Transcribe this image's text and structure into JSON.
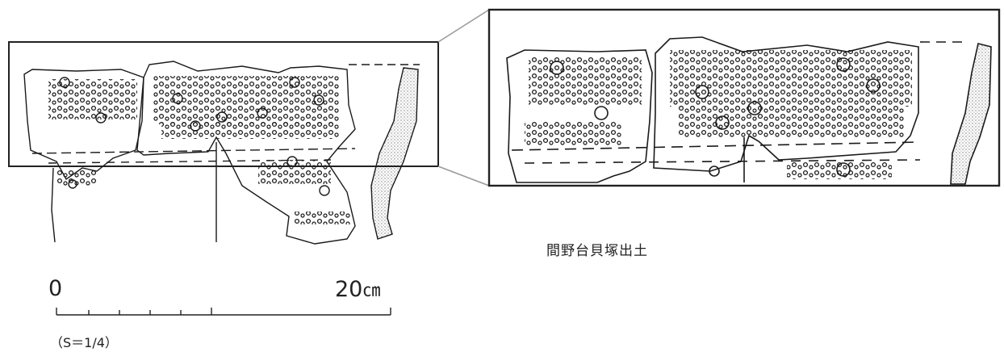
{
  "caption": "間野台貝塚出土",
  "scale_bar": {
    "start_label": "0",
    "end_value": "20",
    "end_unit": "㎝",
    "ratio_label": "（S＝1/4）"
  },
  "colors": {
    "line": "#1a1a1a",
    "frame": "#222222",
    "connector": "#9a9a9a",
    "stipple": "#888888"
  }
}
